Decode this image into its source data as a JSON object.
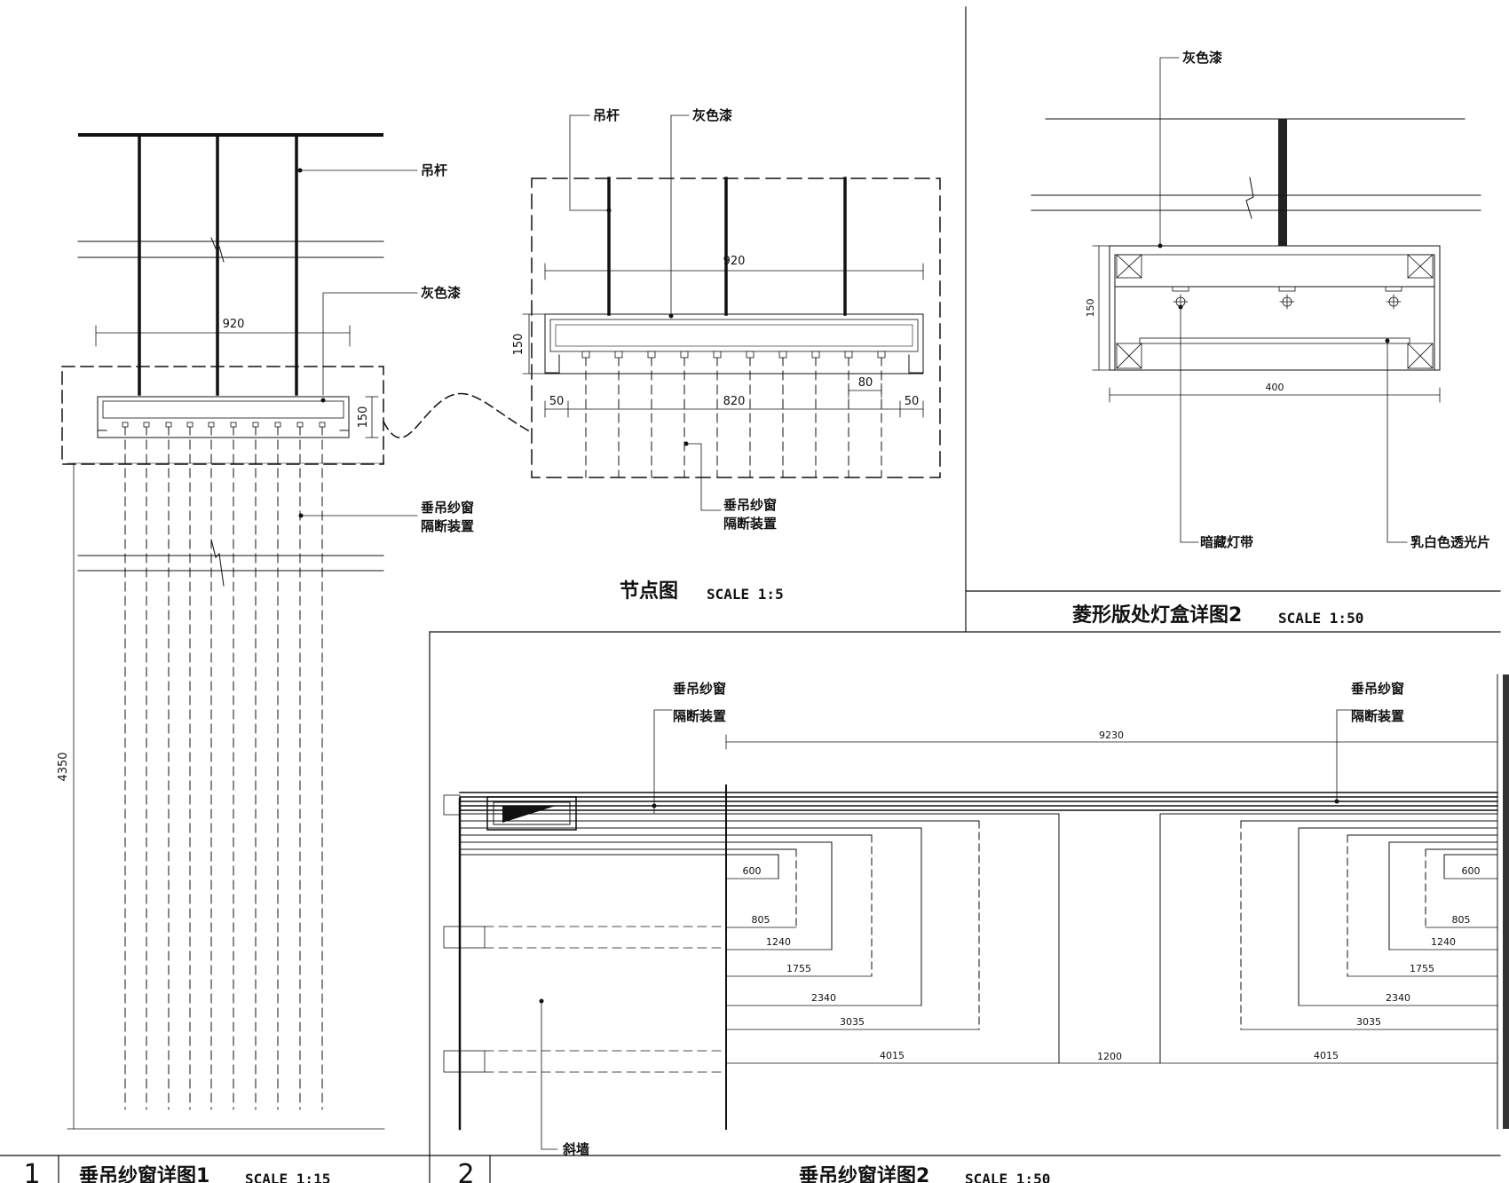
{
  "labels": {
    "rod": "吊杆",
    "gray_paint": "灰色漆",
    "curtain_line1": "垂吊纱窗",
    "curtain_line2": "隔断装置",
    "hidden_light": "暗藏灯带",
    "milky_film": "乳白色透光片",
    "slanted_wall": "斜墙"
  },
  "dimensions": {
    "d920": "920",
    "d150": "150",
    "d4350": "4350",
    "d820": "820",
    "d50": "50",
    "d80": "80",
    "d400": "400",
    "d9230": "9230",
    "d1200": "1200",
    "steps": [
      "600",
      "805",
      "1240",
      "1755",
      "2340",
      "3035",
      "4015"
    ]
  },
  "titles": {
    "detail1": "垂吊纱窗详图1",
    "detail1_scale": "SCALE 1:15",
    "detail1_num": "1",
    "node": "节点图",
    "node_scale": "SCALE 1:5",
    "lightbox": "菱形版处灯盒详图2",
    "lightbox_scale": "SCALE 1:50",
    "detail2": "垂吊纱窗详图2",
    "detail2_scale": "SCALE 1:50",
    "detail2_num": "2"
  }
}
